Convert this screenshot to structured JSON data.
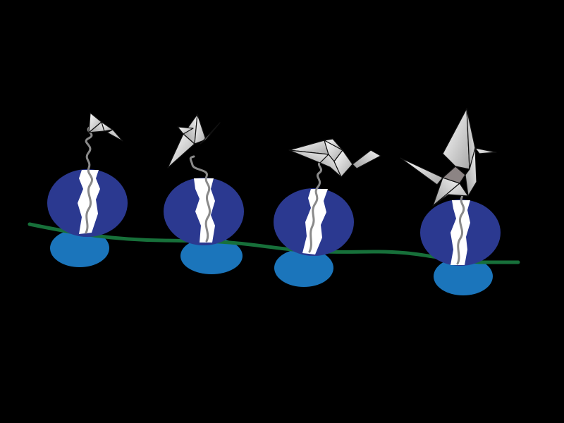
{
  "colors": {
    "background": "#000000",
    "large_subunit": "#2b3990",
    "small_subunit": "#1b75bb",
    "mrna": "#17703a",
    "exit_tunnel": "#ffffff",
    "nascent_chain": "#8a8a8a",
    "origami_paper": "#e6e6e6"
  },
  "scene": {
    "ribosome_count": 4,
    "stages": [
      "folding-start",
      "partial-fold",
      "mostly-folded",
      "fully-folded-crane"
    ]
  }
}
